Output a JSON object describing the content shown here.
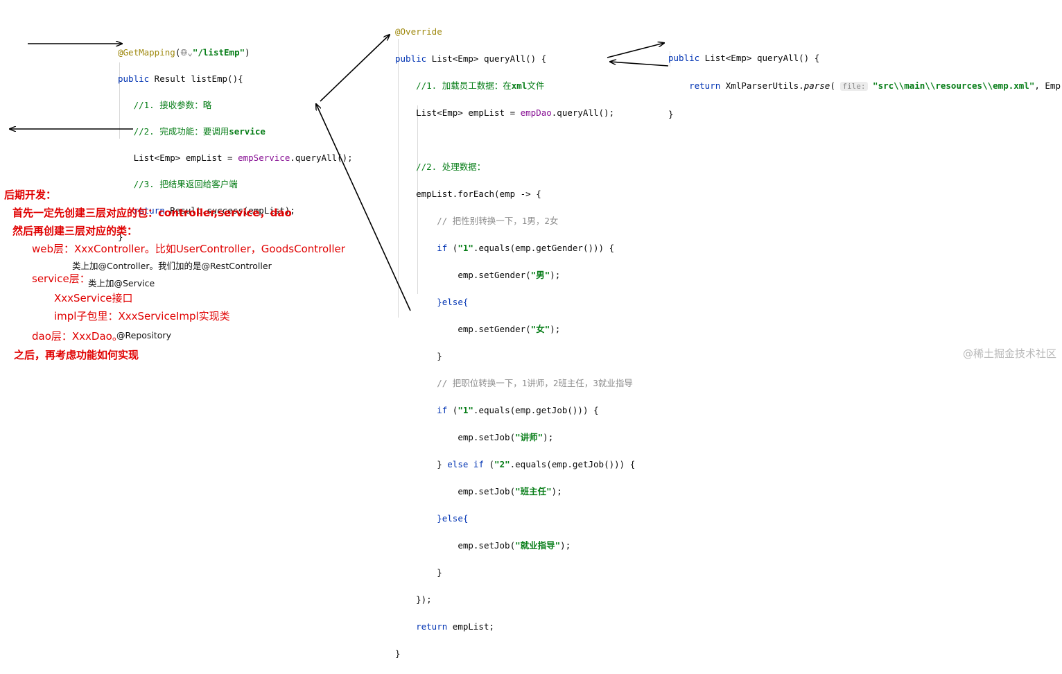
{
  "left_code": {
    "annotation": "@GetMapping",
    "path": "\"/listEmp\"",
    "sig_public": "public",
    "sig_rest": " Result listEmp(){",
    "c1": "//1. 接收参数：略",
    "c2_pre": "//2. 完成功能：要调用",
    "c2_bold": "service",
    "l_decl": "List<Emp> empList = ",
    "l_field": "empService",
    "l_call": ".queryAll();",
    "c3": "//3. 把结果返回给客户端",
    "ret_kw": "return",
    "ret_pre": " Result.",
    "ret_method": "success",
    "ret_post": "(empList);",
    "close": "}"
  },
  "middle_code": {
    "override": "@Override",
    "sig_kw": "public",
    "sig_rest": " List<Emp> queryAll() {",
    "c1_pre": "//1. 加载员工数据：在",
    "c1_bold": "xml",
    "c1_post": "文件",
    "l_decl": "List<Emp> empList = ",
    "l_field": "empDao",
    "l_call": ".queryAll();",
    "c2": "//2. 处理数据：",
    "foreach": "empList.forEach(emp -> {",
    "c_gender": "// 把性别转换一下，1男，2女",
    "if_kw": "if",
    "if1_pre": " (",
    "str_1": "\"1\"",
    "if_gender_post": ".equals(emp.getGender())) {",
    "set_gender_pre": "emp.setGender(",
    "str_male": "\"男\"",
    "stmt_end": ");",
    "else_open": "}else{",
    "str_female": "\"女\"",
    "brace": "}",
    "c_job": "// 把职位转换一下，1讲师，2班主任，3就业指导",
    "if_job_post": ".equals(emp.getJob())) {",
    "set_job_pre": "emp.setJob(",
    "str_lecturer": "\"讲师\"",
    "else_if_pre": "} ",
    "else_kw": "else",
    "str_2": "\"2\"",
    "str_head": "\"班主任\"",
    "str_employ": "\"就业指导\"",
    "foreach_close": "});",
    "ret_kw": "return",
    "ret_rest": " empList;",
    "close": "}"
  },
  "right_code": {
    "sig_kw": "public",
    "sig_rest": " List<Emp> queryAll() {",
    "ret_kw": "return",
    "ret_pre": " XmlParserUtils.",
    "ret_method": "parse",
    "hint": "file:",
    "str_path": "\"src\\\\main\\\\resources\\\\emp.xml\"",
    "ret_post": ", Emp.class",
    "close": "}"
  },
  "notes": {
    "title": "后期开发：",
    "n1": "首先一定先创建三层对应的包：controller,service，dao",
    "n2": "然后再创建三层对应的类：",
    "n3": "web层：XxxController。比如UserController，GoodsController",
    "n4": "类上加@Controller。我们加的是@RestController",
    "n5": "service层：",
    "n6": "类上加@Service",
    "n7": "XxxService接口",
    "n8": "impl子包里：XxxServiceImpl实现类",
    "n9": "dao层：XxxDao。",
    "n10": "@Repository",
    "n11": "之后，再考虑功能如何实现"
  },
  "watermark": "@稀土掘金技术社区",
  "colors": {
    "keyword": "#0033b3",
    "annotation": "#9e880d",
    "string": "#067d17",
    "field": "#871094",
    "comment": "#8c8c8c",
    "note_red": "#e00000"
  }
}
